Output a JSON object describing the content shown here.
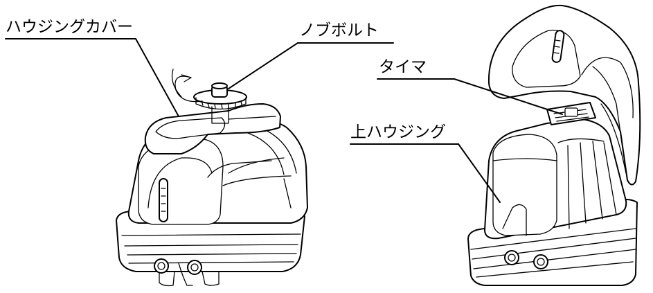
{
  "labels": {
    "housing_cover": "ハウジングカバー",
    "knob_bolt": "ノブボルト",
    "timer": "タイマ",
    "upper_housing": "上ハウジング"
  }
}
